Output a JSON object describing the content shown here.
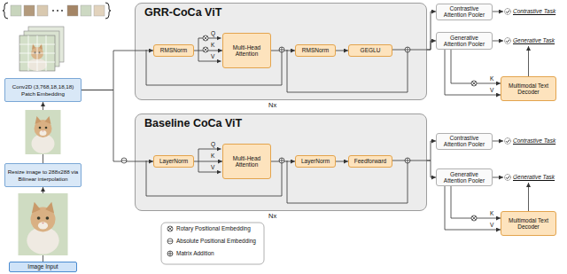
{
  "diagram": {
    "nodes": [
      {
        "text": [
          "Conv2D (3,768,18,18,18) Patch Embedding"
        ]
      },
      {
        "text": [
          "Resize image to 288x288 via Bilinear interpolation"
        ]
      },
      {
        "text": [
          "Image Input"
        ]
      },
      {
        "text": [
          "GRR-CoCa ViT"
        ]
      },
      {
        "text": [
          "RMSNorm"
        ],
        "in": 3
      },
      {
        "text": [
          "Multi-Head Attention"
        ],
        "in": 3
      },
      {
        "text": [
          "RMSNorm"
        ],
        "in": 3
      },
      {
        "text": [
          "GEGLU"
        ],
        "in": 3
      },
      {
        "text": [
          "Baseline CoCa ViT"
        ]
      },
      {
        "text": [
          "LayerNorm"
        ],
        "in": 8
      },
      {
        "text": [
          "Multi-Head Attention"
        ],
        "in": 8
      },
      {
        "text": [
          "LayerNorm"
        ],
        "in": 8
      },
      {
        "text": [
          "Feedforward"
        ],
        "in": 8
      },
      {
        "text": [
          "Contrastive Attention Pooler"
        ]
      },
      {
        "text": [
          "Contrastive Task"
        ]
      },
      {
        "text": [
          "Generative Attention Pooler"
        ]
      },
      {
        "text": [
          "Generative Task"
        ]
      },
      {
        "text": [
          "Multimodal Text Decoder"
        ]
      },
      {
        "text": [
          "Contrastive Attention Pooler"
        ]
      },
      {
        "text": [
          "Contrastive Task"
        ]
      },
      {
        "text": [
          "Generative Attention Pooler"
        ]
      },
      {
        "text": [
          "Generative Task"
        ]
      },
      {
        "text": [
          "Multimodal Text Decoder"
        ]
      }
    ],
    "edges": [
      {
        "from": 2,
        "to": 1,
        "arrow": "to"
      },
      {
        "from": 1,
        "to": 0,
        "arrow": "to"
      },
      {
        "from": 0,
        "to": 4,
        "arrow": "to"
      },
      {
        "from": 0,
        "to": 9,
        "arrow": "to"
      },
      {
        "from": 4,
        "to": 5,
        "arrow": "to"
      },
      {
        "from": 5,
        "to": 6,
        "arrow": "to"
      },
      {
        "from": 6,
        "to": 7,
        "arrow": "to"
      },
      {
        "from": 3,
        "to": 13,
        "arrow": "to"
      },
      {
        "from": 3,
        "to": 15,
        "arrow": "to"
      },
      {
        "from": 13,
        "to": 14,
        "arrow": "to"
      },
      {
        "from": 15,
        "to": 16,
        "arrow": "to"
      },
      {
        "from": 15,
        "to": 17,
        "label": "K",
        "arrow": "to"
      },
      {
        "from": 15,
        "to": 17,
        "label": "V",
        "arrow": "to"
      },
      {
        "from": 17,
        "to": 16,
        "arrow": "to"
      },
      {
        "from": 9,
        "to": 10,
        "arrow": "to"
      },
      {
        "from": 10,
        "to": 11,
        "arrow": "to"
      },
      {
        "from": 11,
        "to": 12,
        "arrow": "to"
      },
      {
        "from": 8,
        "to": 18,
        "arrow": "to"
      },
      {
        "from": 8,
        "to": 20,
        "arrow": "to"
      },
      {
        "from": 18,
        "to": 19,
        "arrow": "to"
      },
      {
        "from": 20,
        "to": 21,
        "arrow": "to"
      },
      {
        "from": 20,
        "to": 22,
        "label": "K",
        "arrow": "to"
      },
      {
        "from": 20,
        "to": 22,
        "label": "V",
        "arrow": "to"
      },
      {
        "from": 22,
        "to": 21,
        "arrow": "to"
      }
    ],
    "labels": [
      "Nx",
      "Nx",
      "Q",
      "K",
      "V",
      "Q",
      "K",
      "V"
    ],
    "legend": [
      {
        "text": "Rotary Positional Embedding"
      },
      {
        "text": "Absolute Positional Embedding"
      },
      {
        "text": "Matrix Addition"
      }
    ]
  }
}
